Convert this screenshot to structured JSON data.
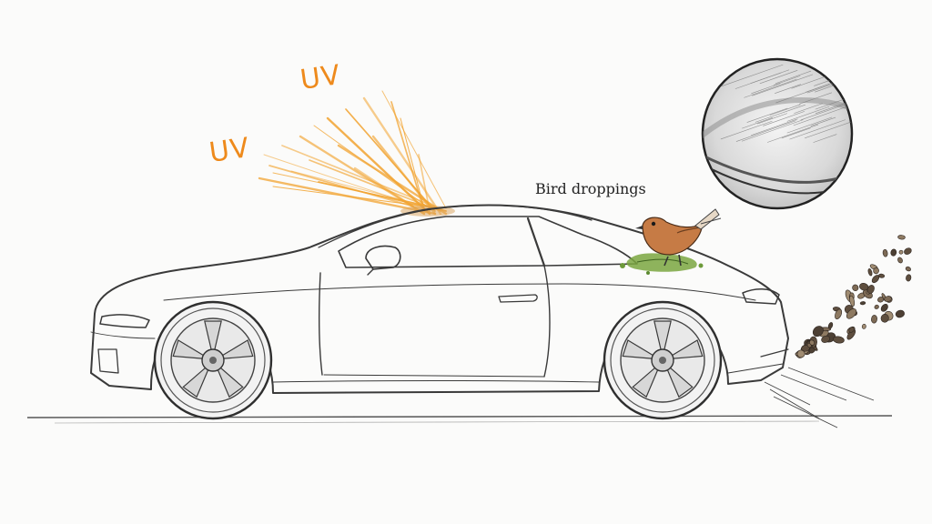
{
  "labels": {
    "uv_top": "UV",
    "uv_left": "UV",
    "bird_caption": "Bird droppings"
  },
  "colors": {
    "uv_text": "#ee8a1c",
    "uv_ray": "#f2a431",
    "sketch_line": "#3a3a3a",
    "bird_body": "#c67b45",
    "droppings": "#6d9a3a",
    "debris": "#7d6a55",
    "background": "#fbfbfa"
  }
}
